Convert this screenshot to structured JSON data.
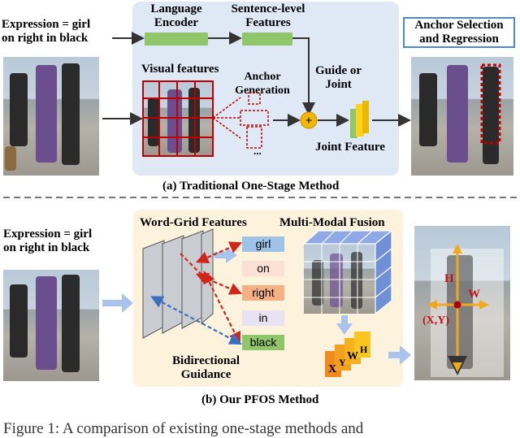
{
  "top": {
    "expression": "Expression = girl\non right in black",
    "language_encoder": "Language\nEncoder",
    "sentence_features": "Sentence-level\nFeatures",
    "anchor_selection": "Anchor Selection\nand Regression",
    "visual_features": "Visual features",
    "anchor_generation": "Anchor\nGeneration",
    "guide_or_joint": "Guide or\nJoint",
    "joint_feature": "Joint Feature",
    "caption": "(a) Traditional One-Stage Method",
    "ellipsis": "...",
    "plus": "+"
  },
  "bottom": {
    "expression": "Expression = girl\non right in black",
    "word_grid": "Word-Grid Features",
    "fusion": "Multi-Modal Fusion",
    "words": [
      "girl",
      "on",
      "right",
      "in",
      "black"
    ],
    "bidirectional": "Bidirectional\nGuidance",
    "caption": "(b) Our PFOS Method",
    "coord_labels": [
      "X",
      "Y",
      "W",
      "H"
    ],
    "box_labels": {
      "h": "H",
      "w": "W",
      "xy": "(X,Y)"
    }
  },
  "footer": {
    "caption_fragment": "Figure 1: A comparison of existing one-stage methods and"
  },
  "colors": {
    "top_panel": "#dfe9f6",
    "bottom_panel": "#fdf3dc",
    "green_bar": "#8fc66a",
    "anchor_red": "#c00000",
    "guidance_red": "#d0261a",
    "guidance_blue": "#3a6fc2",
    "box_orange": "#f0a81e",
    "cube_blue": "#6f8fd6"
  }
}
